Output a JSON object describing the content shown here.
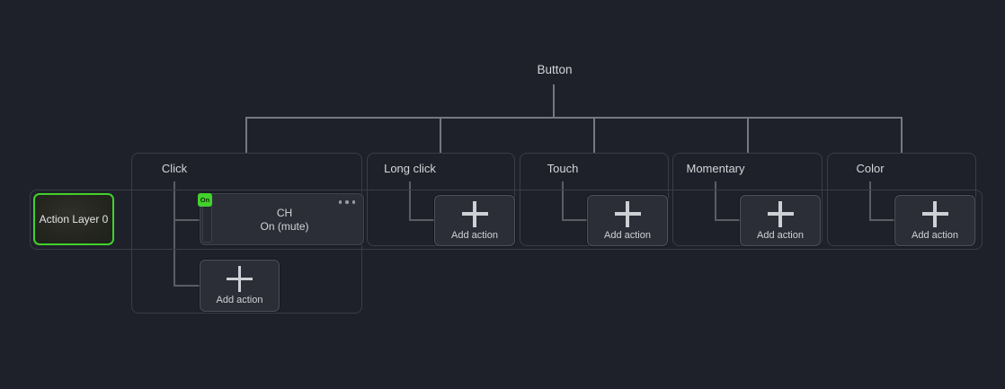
{
  "tree": {
    "root_label": "Button"
  },
  "sections": [
    {
      "id": "click",
      "label": "Click"
    },
    {
      "id": "long-click",
      "label": "Long click"
    },
    {
      "id": "touch",
      "label": "Touch"
    },
    {
      "id": "momentary",
      "label": "Momentary"
    },
    {
      "id": "color",
      "label": "Color"
    }
  ],
  "lane": {
    "layer_label": "Action Layer 0"
  },
  "click_action": {
    "toggle_label": "On",
    "line1": "CH",
    "line2": "On (mute)",
    "menu_icon": "ellipsis-icon",
    "widget_icon": "fader-preview"
  },
  "ui": {
    "add_action_label": "Add action",
    "plus_icon": "plus-icon"
  },
  "colors": {
    "background": "#1e212a",
    "accent_green": "#42d12c",
    "card_bg": "#2b2e37",
    "border": "#3a3d46",
    "tree_line": "#75787f",
    "branch_line": "#5a5d64",
    "text": "#d4d6d9"
  }
}
